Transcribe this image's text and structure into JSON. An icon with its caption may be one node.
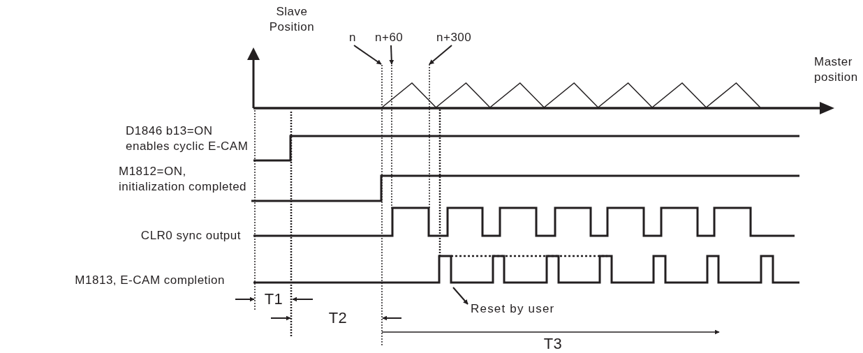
{
  "diagram": {
    "nodes": [
      {
        "text": [
          "n"
        ]
      },
      {
        "text": [
          "n+60"
        ]
      },
      {
        "text": [
          "n+300"
        ]
      },
      {
        "text": [
          "Reset by user"
        ]
      },
      {
        "text": [],
        "shape": "bar"
      },
      {
        "text": [],
        "shape": "bar"
      },
      {
        "text": [],
        "shape": "bar"
      }
    ],
    "edges": [
      {
        "from": 0,
        "to": 4,
        "arrow": "to"
      },
      {
        "from": 1,
        "to": 5,
        "arrow": "to"
      },
      {
        "from": 2,
        "to": 6,
        "arrow": "to"
      },
      {
        "from": null,
        "to": 3,
        "arrow": "to"
      }
    ],
    "labels": [
      "Slave Position",
      "Master position",
      "D1846 b13=ON enables cyclic E-CAM",
      "M1812=ON, initialization completed",
      "CLR0 sync output",
      "M1813, E-CAM completion",
      "T1",
      "T2",
      "T3"
    ]
  }
}
